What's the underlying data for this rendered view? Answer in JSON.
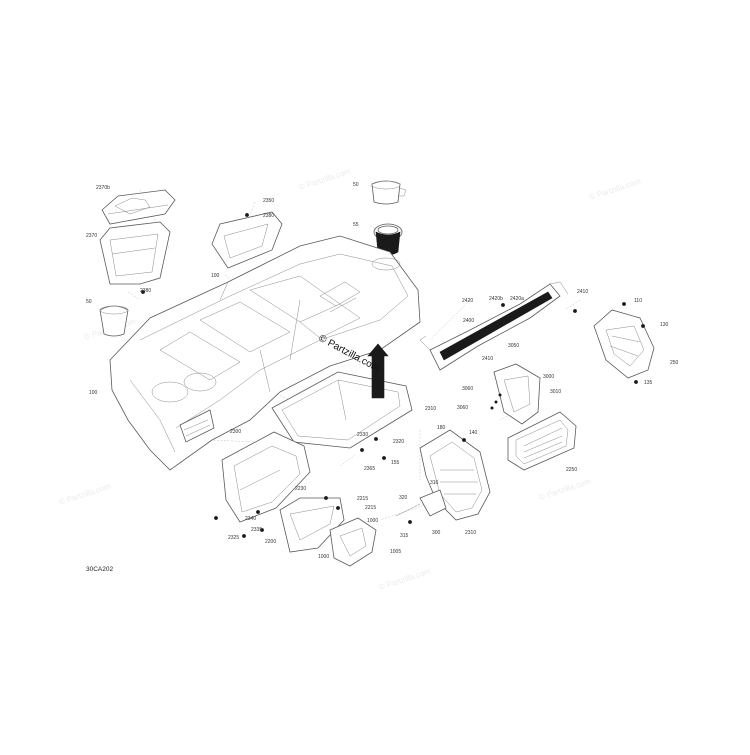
{
  "watermark": "© Partzilla.com",
  "diagram_code": "30CA202",
  "labels": [
    "2370b",
    "2380",
    "2350",
    "2370",
    "100",
    "2380",
    "50",
    "50",
    "55",
    "100",
    "2420",
    "2420b",
    "2420a",
    "2410",
    "110",
    "130",
    "250",
    "135",
    "2400",
    "2410",
    "3050",
    "3000",
    "3060",
    "3010",
    "3060",
    "2310",
    "180",
    "2300",
    "2330",
    "2320",
    "155",
    "2365",
    "140",
    "2250",
    "2230",
    "2215",
    "2215",
    "2340",
    "2335",
    "320",
    "310",
    "1000",
    "300",
    "2310",
    "315",
    "2325",
    "2200",
    "1005",
    "1000"
  ]
}
